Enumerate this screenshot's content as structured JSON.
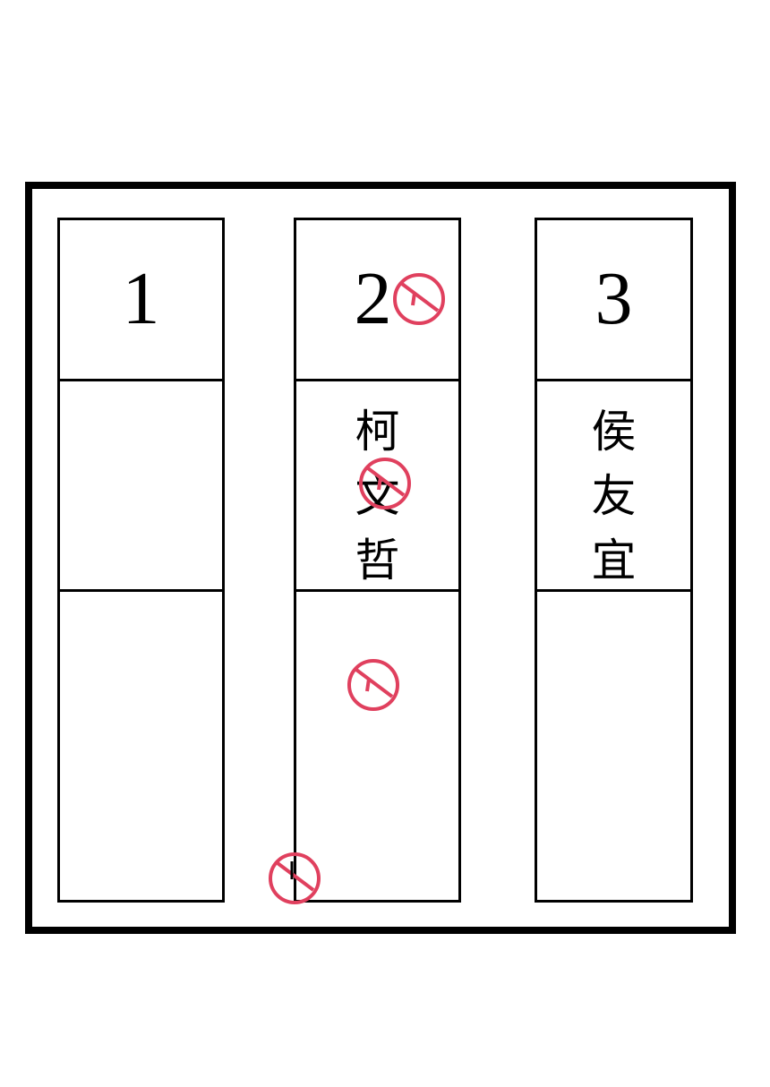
{
  "ballot": {
    "candidates": [
      {
        "number": "1",
        "name": ""
      },
      {
        "number": "2",
        "name": "柯文哲"
      },
      {
        "number": "3",
        "name": "侯友宜"
      }
    ],
    "stamp_color": "#e0405e",
    "stamp_icon": "vote-stamp-icon"
  }
}
